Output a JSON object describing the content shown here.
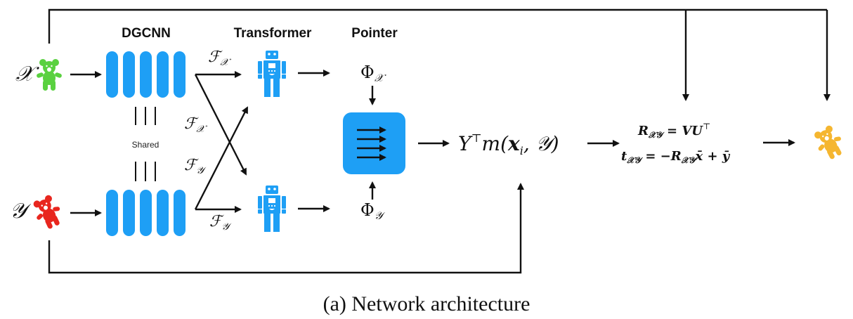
{
  "figure": {
    "caption": "(a) Network architecture",
    "colors": {
      "blue": "#1E9FF5",
      "bear_x": "#5AD140",
      "bear_y": "#E8261E",
      "bear_out": "#F5B630",
      "line": "#111111"
    }
  },
  "headers": {
    "dgcnn": "DGCNN",
    "transformer": "Transformer",
    "pointer": "Pointer"
  },
  "inputs": {
    "x_label": "𝒳",
    "y_label": "𝒴",
    "x_icon": "green-teddy-bear-icon",
    "y_icon": "red-teddy-bear-icon"
  },
  "shared": {
    "label": "Shared",
    "glyph": "|||"
  },
  "features": {
    "fx_top": "ℱ",
    "fx_top_sub": "𝒳",
    "fx_mid": "ℱ",
    "fx_mid_sub": "𝒳",
    "fy_mid": "ℱ",
    "fy_mid_sub": "𝒴",
    "fy_bot": "ℱ",
    "fy_bot_sub": "𝒴"
  },
  "pointer": {
    "phi_x": "Φ",
    "phi_x_sub": "𝒳",
    "phi_y": "Φ",
    "phi_y_sub": "𝒴",
    "icon": "pointer-arrows-icon"
  },
  "svd_input": {
    "Y": "Y",
    "T": "⊤",
    "m": "m(",
    "xi": "x",
    "i": "i",
    "rest": ", 𝒴)"
  },
  "output": {
    "r_lhs": "R",
    "r_sub": "𝒳𝒴",
    "r_rhs": " = VU",
    "r_T": "⊤",
    "t_lhs": "t",
    "t_sub": "𝒳𝒴",
    "t_rhs1": " = −R",
    "t_sub2": "𝒳𝒴",
    "t_rhs2": "x̄ + ȳ",
    "icon": "yellow-teddy-bear-icon"
  }
}
